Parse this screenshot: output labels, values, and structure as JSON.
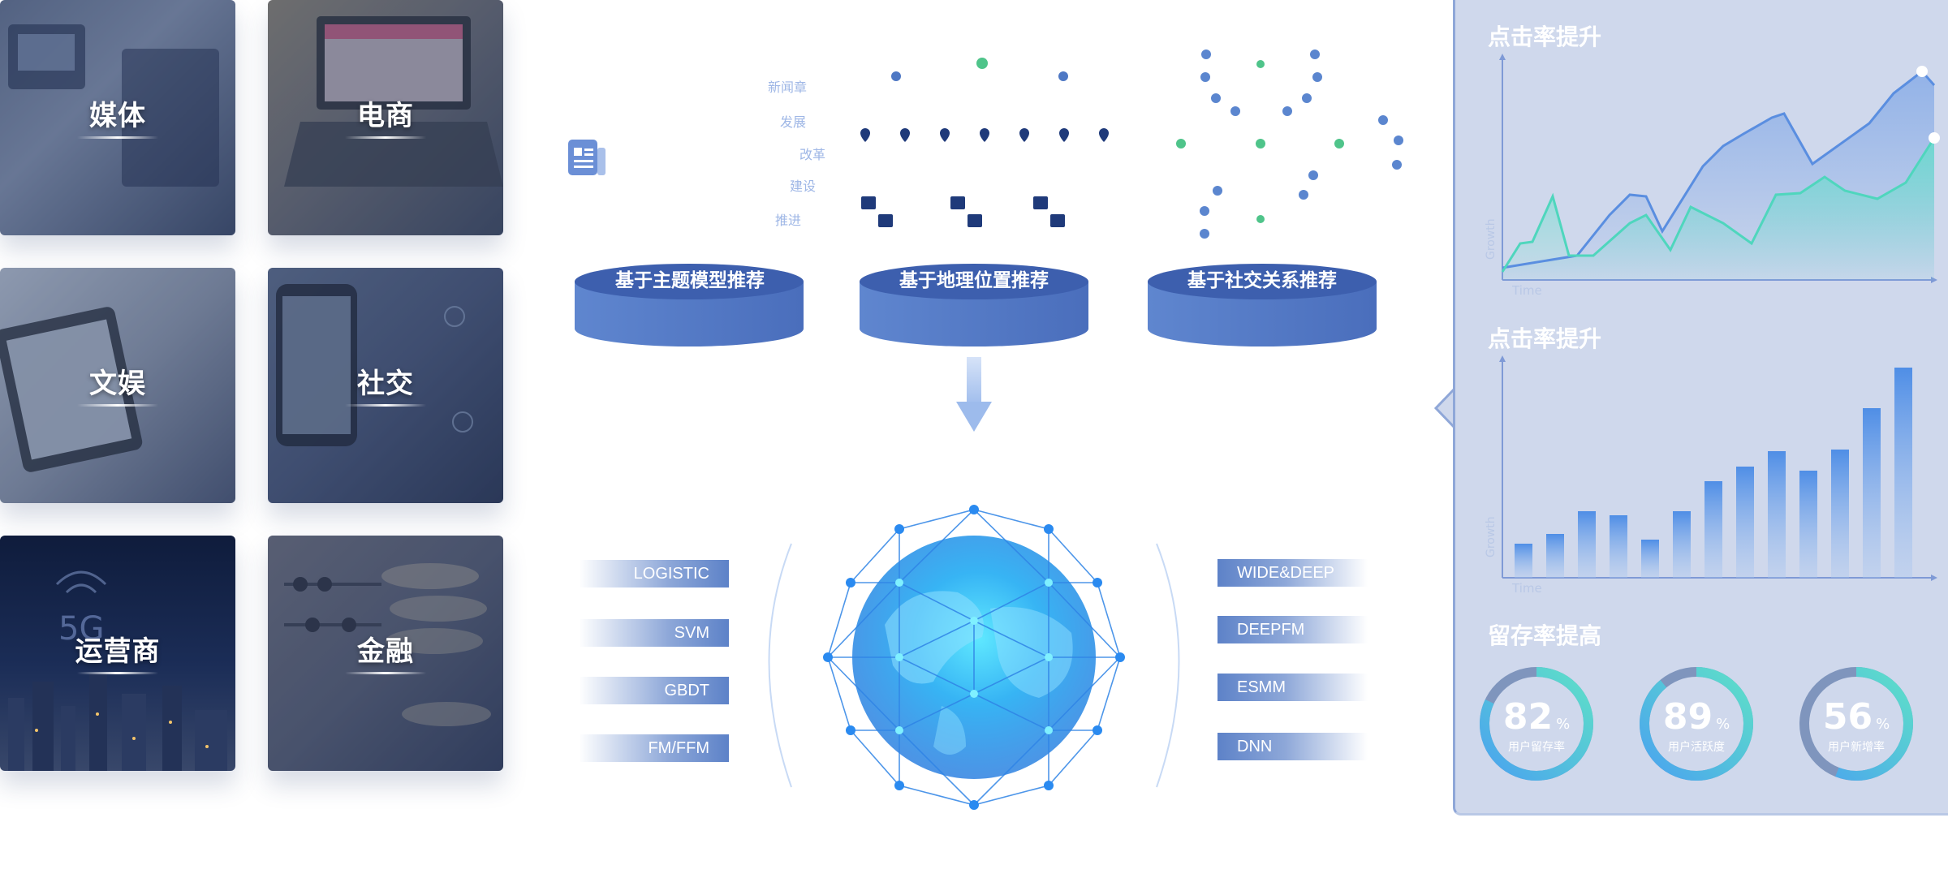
{
  "industries": [
    {
      "label": "媒体"
    },
    {
      "label": "电商"
    },
    {
      "label": "文娱"
    },
    {
      "label": "社交"
    },
    {
      "label": "运营商"
    },
    {
      "label": "金融"
    }
  ],
  "news_keywords": [
    "新闻章",
    "发展",
    "改革",
    "建设",
    "推进"
  ],
  "recommendation_methods": [
    {
      "label": "基于主题模型推荐"
    },
    {
      "label": "基于地理位置推荐"
    },
    {
      "label": "基于社交关系推荐"
    }
  ],
  "algorithms_left": [
    "LOGISTIC",
    "SVM",
    "GBDT",
    "FM/FFM"
  ],
  "algorithms_right": [
    "WIDE&DEEP",
    "DEEPFM",
    "ESMM",
    "DNN"
  ],
  "panel": {
    "line_chart_title": "点击率提升",
    "bar_chart_title": "点击率提升",
    "retention_title": "留存率提高",
    "axis_y": "Growth",
    "axis_x": "Time",
    "rings": [
      {
        "value": "82",
        "unit": "%",
        "label": "用户留存率",
        "percent": 82
      },
      {
        "value": "89",
        "unit": "%",
        "label": "用户活跃度",
        "percent": 89
      },
      {
        "value": "56",
        "unit": "%",
        "label": "用户新增率",
        "percent": 56
      }
    ]
  },
  "colors": {
    "accent_blue": "#5d82c8",
    "teal": "#5ee0c8",
    "panel_bg": "#cfd8ec",
    "disk": "#4f72bd"
  }
}
